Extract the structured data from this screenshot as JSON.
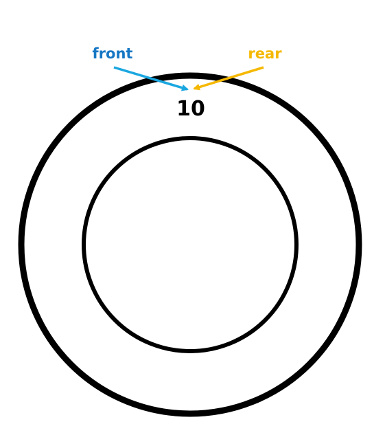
{
  "diagram": {
    "pointers": {
      "front": {
        "label": "front",
        "color": "#1AA7E0",
        "text_color": "#1677C4"
      },
      "rear": {
        "label": "rear",
        "color": "#F5B800",
        "text_color": "#F5B800"
      }
    },
    "slots": [
      {
        "value": "10"
      }
    ],
    "ring_color": "#000000"
  }
}
